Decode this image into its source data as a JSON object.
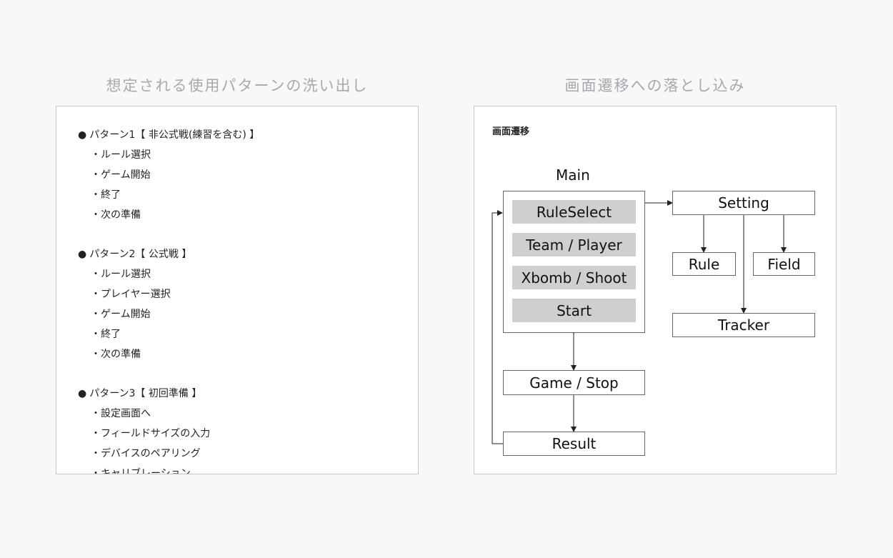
{
  "left": {
    "title": "想定される使用パターンの洗い出し",
    "patterns": [
      {
        "heading": "パターン1【 非公式戦(練習を含む) 】",
        "steps": [
          "・ルール選択",
          "・ゲーム開始",
          "・終了",
          "・次の準備"
        ]
      },
      {
        "heading": "パターン2【 公式戦 】",
        "steps": [
          "・ルール選択",
          "・プレイヤー選択",
          "・ゲーム開始",
          "・終了",
          "・次の準備"
        ]
      },
      {
        "heading": "パターン3【 初回準備 】",
        "steps": [
          "・設定画面へ",
          "・フィールドサイズの入力",
          "・デバイスのペアリング",
          "・キャリブレーション"
        ]
      }
    ]
  },
  "right": {
    "title": "画面遷移への落とし込み",
    "panel_label": "画面遷移",
    "main_label": "Main",
    "main_items": [
      "RuleSelect",
      "Team / Player",
      "Xbomb / Shoot",
      "Start"
    ],
    "setting": "Setting",
    "rule": "Rule",
    "field": "Field",
    "tracker": "Tracker",
    "game_stop": "Game / Stop",
    "result": "Result"
  }
}
